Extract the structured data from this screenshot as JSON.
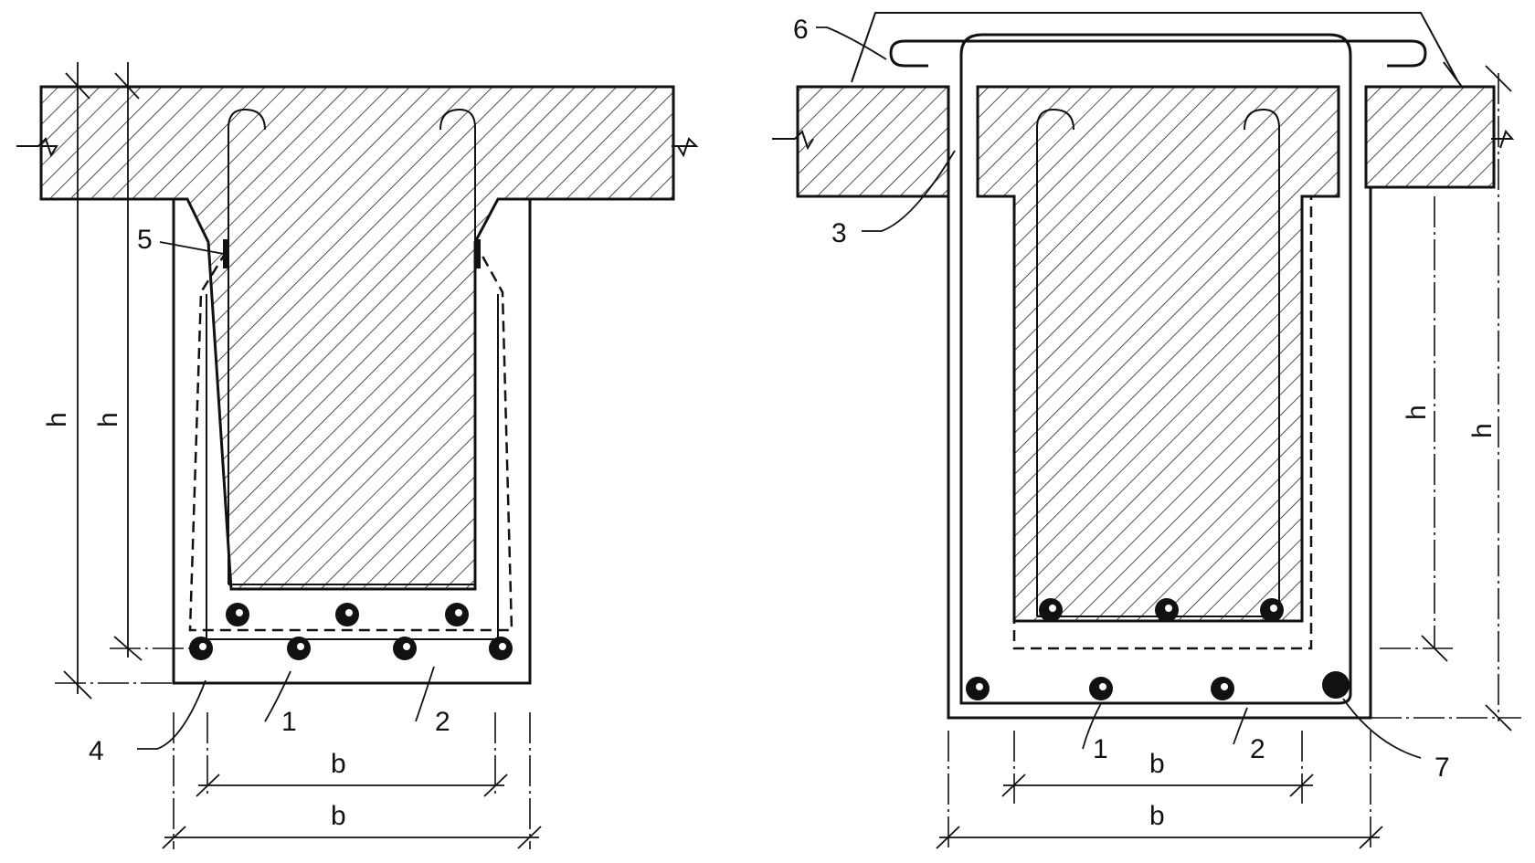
{
  "colors": {
    "ink": "#111111",
    "paper": "#ffffff"
  },
  "left_section": {
    "callouts": {
      "mark_5": "5",
      "mark_4": "4",
      "mark_1": "1",
      "mark_2": "2"
    },
    "dimensions": {
      "h_outer": "h",
      "h_inner": "h",
      "b_inner": "b",
      "b_outer": "b"
    }
  },
  "right_section": {
    "callouts": {
      "mark_6": "6",
      "mark_3": "3",
      "mark_1": "1",
      "mark_2": "2",
      "mark_7": "7"
    },
    "dimensions": {
      "h_inner": "h",
      "h_outer": "h",
      "b_inner": "b",
      "b_outer": "b"
    }
  }
}
